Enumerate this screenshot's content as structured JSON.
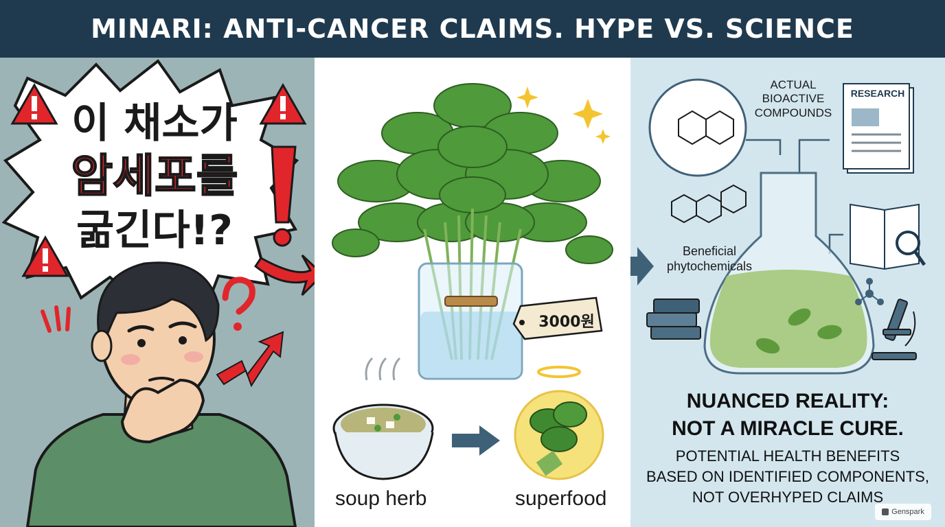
{
  "header": {
    "title": "MINARI: ANTI-CANCER CLAIMS. HYPE VS. SCIENCE"
  },
  "hype_panel": {
    "burst_line1": "이 채소가",
    "burst_line2": "암세포를",
    "burst_line3": "굶긴다!?",
    "accent_red": "#e0262b"
  },
  "vegetable_panel": {
    "price_tag": "3000원",
    "soup_caption": "soup herb",
    "superfood_caption": "superfood"
  },
  "science_panel": {
    "actual_label": "ACTUAL BIOACTIVE COMPOUNDS",
    "research_label": "RESEARCH",
    "beneficial_label": "Beneficial phytochemicals",
    "conclusion_line1": "NUANCED REALITY:",
    "conclusion_line2": "NOT A MIRACLE CURE.",
    "conclusion_line3": "POTENTIAL HEALTH BENEFITS",
    "conclusion_line4": "BASED ON IDENTIFIED COMPONENTS,",
    "conclusion_line5": "NOT OVERHYPED CLAIMS"
  },
  "watermark": {
    "text": "Genspark"
  },
  "colors": {
    "header_bg": "#1f3a4f",
    "left_bg": "#9db4b6",
    "right_bg": "#d3e6ee",
    "herb_green": "#4f9a3a"
  }
}
